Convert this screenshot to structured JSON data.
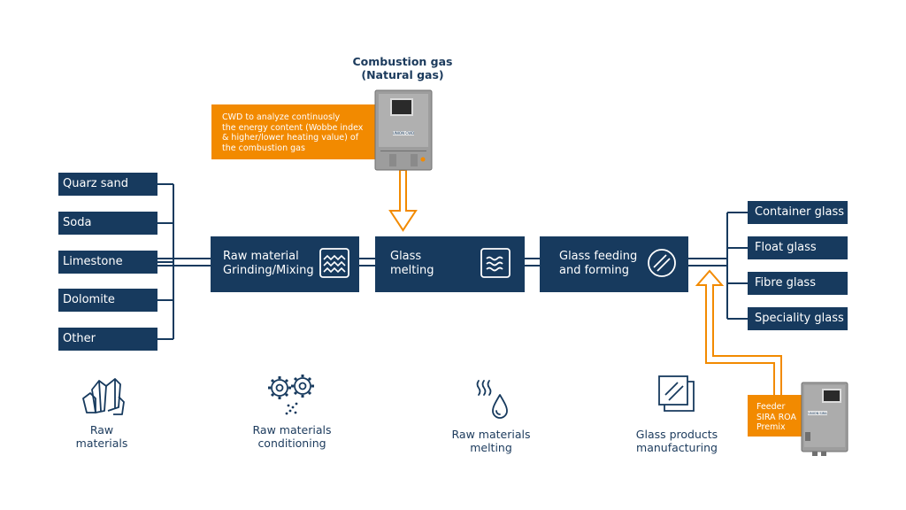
{
  "header": {
    "title_line1": "Combustion gas",
    "title_line2": "(Natural gas)"
  },
  "callout_top": {
    "lines": [
      "CWD to analyze continuosly",
      "the energy content (Wobbe index",
      "& higher/lower heating value) of",
      "the combustion gas"
    ]
  },
  "callout_bottom": {
    "lines": [
      "Feeder",
      "SIRA ROA",
      "Premix"
    ]
  },
  "devices": {
    "top_label": "UNION CWD",
    "bottom_label": "UNION SIRA"
  },
  "inputs": [
    "Quarz sand",
    "Soda",
    "Limestone",
    "Dolomite",
    "Other"
  ],
  "stages": [
    {
      "line1": "Raw material",
      "line2": "Grinding/Mixing",
      "icon": "grinding-mixing-icon"
    },
    {
      "line1": "Glass",
      "line2": "melting",
      "icon": "waves-icon"
    },
    {
      "line1": "Glass feeding",
      "line2": "and forming",
      "icon": "glass-forming-icon"
    }
  ],
  "outputs": [
    "Container glass",
    "Float glass",
    "Fibre glass",
    "Speciality glass"
  ],
  "bottom": [
    {
      "line1": "Raw",
      "line2": "materials",
      "icon": "crystals-icon"
    },
    {
      "line1": "Raw materials",
      "line2": "conditioning",
      "icon": "gears-icon"
    },
    {
      "line1": "Raw materials",
      "line2": "melting",
      "icon": "heat-drop-icon"
    },
    {
      "line1": "Glass products",
      "line2": "manufacturing",
      "icon": "glass-panes-icon"
    }
  ],
  "colors": {
    "navy": "#173a5e",
    "orange": "#f28a00",
    "device_grey": "#9a9a9a"
  }
}
